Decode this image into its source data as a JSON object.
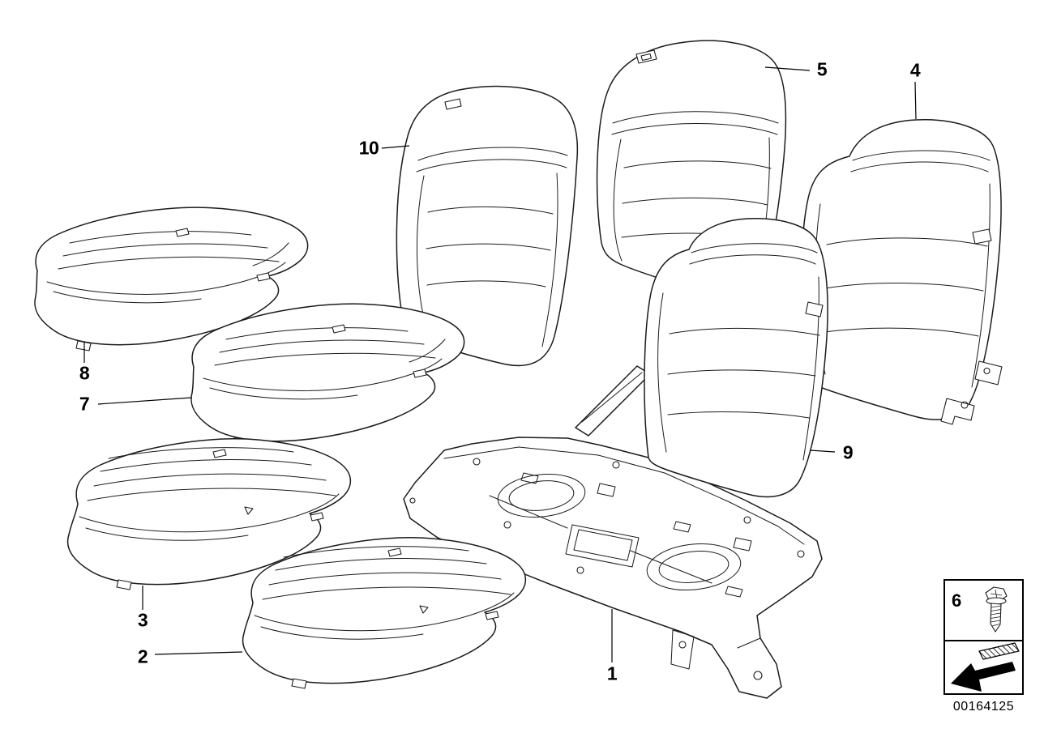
{
  "diagram": {
    "callouts": [
      {
        "label": "1"
      },
      {
        "label": "2"
      },
      {
        "label": "3"
      },
      {
        "label": "4"
      },
      {
        "label": "5"
      },
      {
        "label": "6"
      },
      {
        "label": "7"
      },
      {
        "label": "8"
      },
      {
        "label": "9"
      },
      {
        "label": "10"
      }
    ],
    "legend": {
      "icons": [
        "bolt-icon",
        "direction-arrow-icon"
      ]
    },
    "part_number": "00164125",
    "colors": {
      "background": "#ffffff",
      "ink": "#1b1b1b"
    }
  }
}
